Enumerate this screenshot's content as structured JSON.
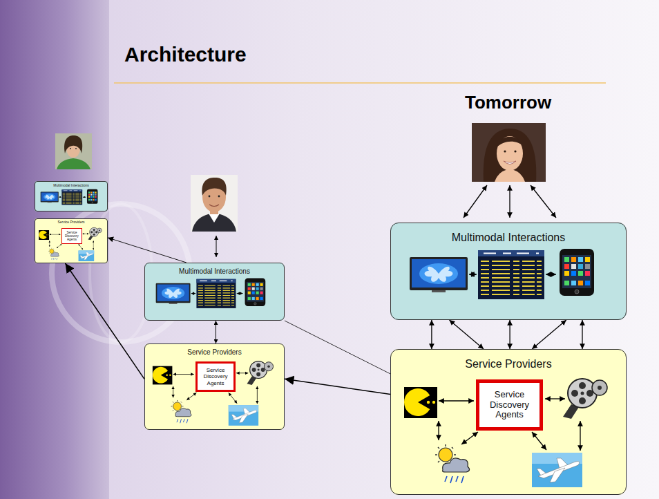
{
  "diagram": {
    "title": "Architecture",
    "nodes": [
      {
        "text": [
          "Multimodal Interactions"
        ]
      },
      {
        "text": [
          "Service Providers"
        ]
      },
      {
        "text": [
          "Service Discovery Agents"
        ],
        "in": 1
      },
      {
        "text": [
          "Multimodal Interactions"
        ]
      },
      {
        "text": [
          "Service Providers"
        ]
      },
      {
        "text": [
          "Service Discovery Agents"
        ],
        "in": 4
      },
      {
        "text": [
          "Multimodal Interactions"
        ]
      },
      {
        "text": [
          "Service Providers"
        ]
      },
      {
        "text": [
          "Service Discovery Agents"
        ],
        "in": 7
      }
    ],
    "edges": [
      {
        "from": 3,
        "to": 4,
        "arrow": "both"
      },
      {
        "from": 6,
        "to": 7,
        "arrow": "both"
      },
      {
        "from": 6,
        "to": 7,
        "arrow": "both"
      },
      {
        "from": 6,
        "to": 7,
        "arrow": "both"
      },
      {
        "from": 6,
        "to": 7,
        "arrow": "both"
      },
      {
        "from": 6,
        "to": 7,
        "arrow": "both"
      },
      {
        "from": 7,
        "to": 4,
        "arrow": "to"
      },
      {
        "from": 3,
        "to": 7,
        "arrow": "none"
      },
      {
        "from": 4,
        "to": 1,
        "arrow": "to"
      },
      {
        "from": 3,
        "to": 1,
        "arrow": "to"
      }
    ],
    "labels": [
      "Tomorrow"
    ]
  }
}
